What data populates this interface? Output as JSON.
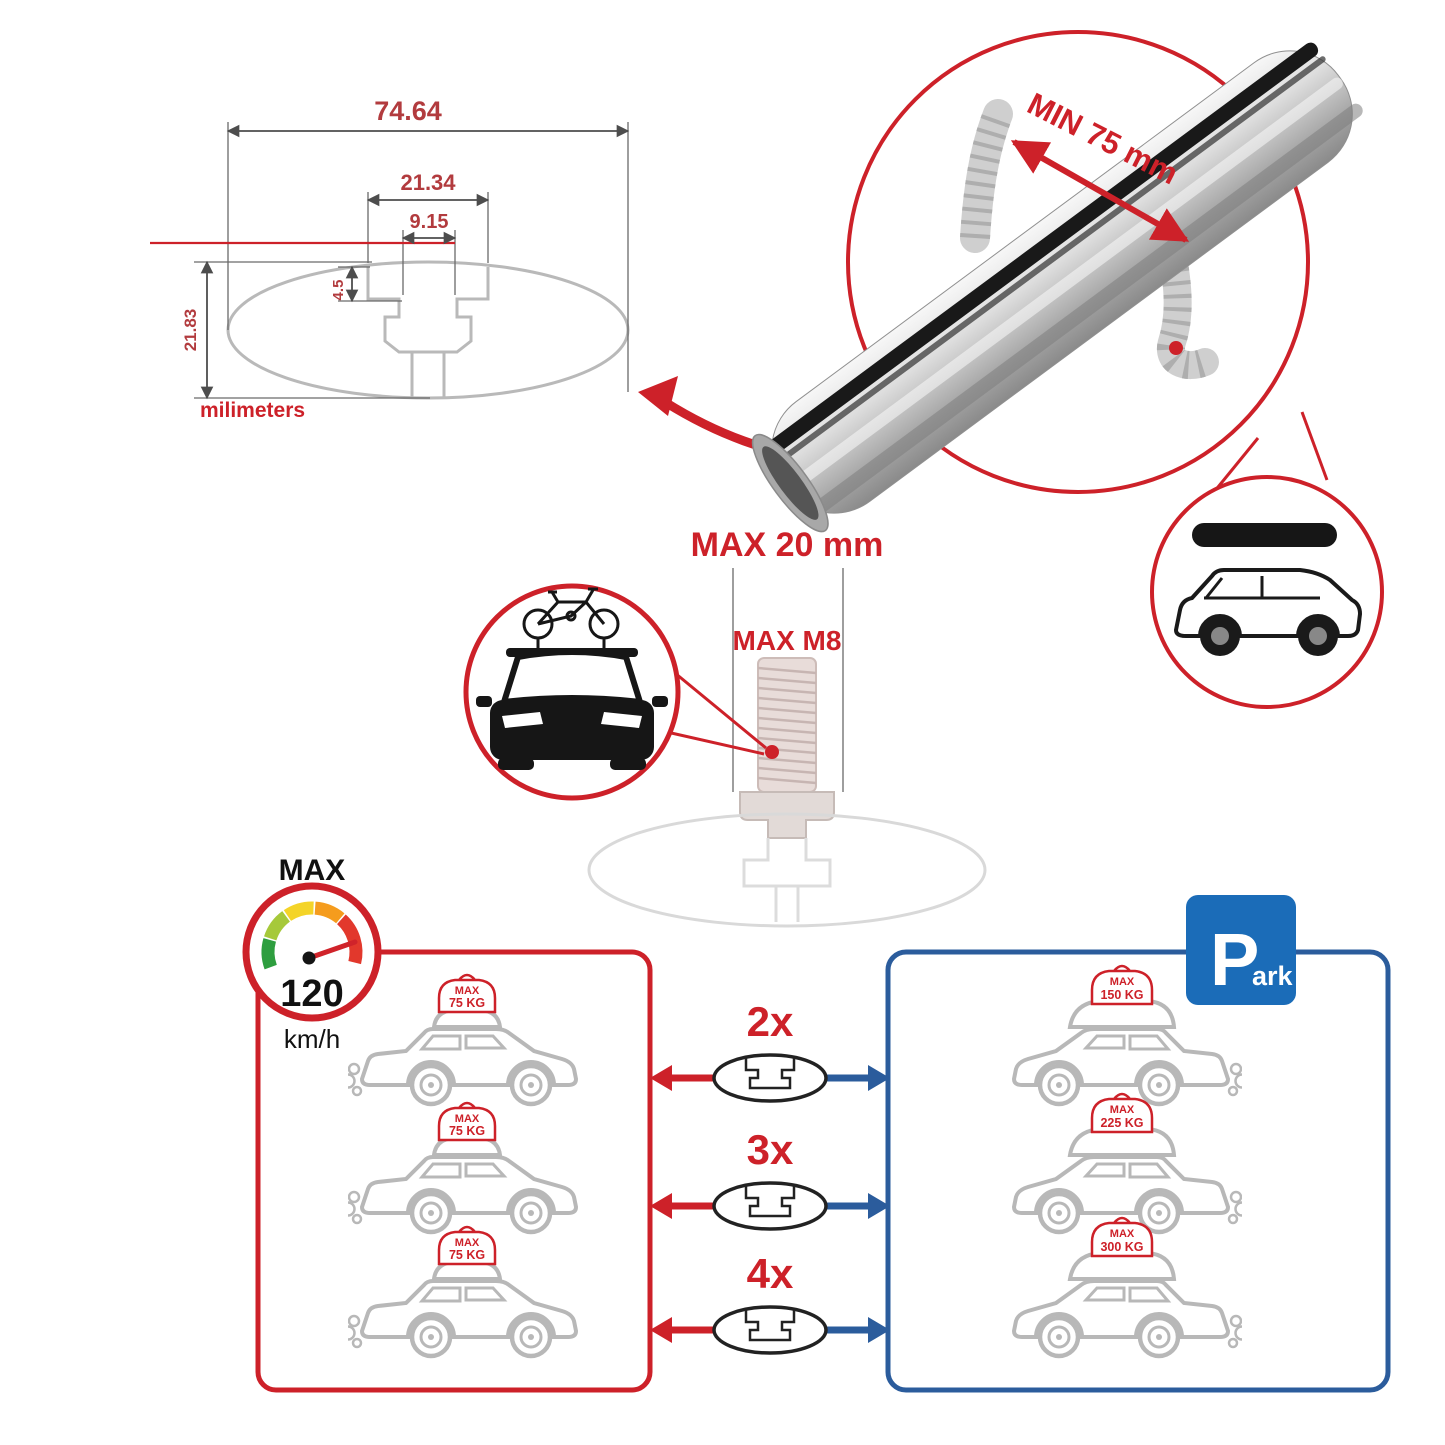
{
  "colors": {
    "red": "#cd2129",
    "panel_blue": "#2b5c9c",
    "park_blue": "#1b6cb8",
    "drawing_gray": "#b9b9b9",
    "dim_red": "#b23b3e"
  },
  "cross_section": {
    "overall_width": "74.64",
    "slot_outer_width": "21.34",
    "slot_inner_width": "9.15",
    "lip_height": "4.5",
    "overall_height": "21.83",
    "units_label": "milimeters"
  },
  "bar_photo": {
    "min_spacing_label": "MIN 75 mm"
  },
  "bolt": {
    "max_length_label": "MAX 20 mm",
    "thread_label": "MAX M8"
  },
  "speed": {
    "title": "MAX",
    "value": "120",
    "unit": "km/h"
  },
  "left_panel": {
    "cars": [
      {
        "label_line1": "MAX",
        "label_line2": "75 KG"
      },
      {
        "label_line1": "MAX",
        "label_line2": "75 KG"
      },
      {
        "label_line1": "MAX",
        "label_line2": "75 KG"
      }
    ]
  },
  "center": {
    "rows": [
      {
        "multiplier": "2x"
      },
      {
        "multiplier": "3x"
      },
      {
        "multiplier": "4x"
      }
    ]
  },
  "right_panel": {
    "cars": [
      {
        "label_line1": "MAX",
        "label_line2": "150 KG"
      },
      {
        "label_line1": "MAX",
        "label_line2": "225 KG"
      },
      {
        "label_line1": "MAX",
        "label_line2": "300 KG"
      }
    ],
    "park_sign": {
      "letter": "P",
      "suffix": "ark"
    }
  }
}
